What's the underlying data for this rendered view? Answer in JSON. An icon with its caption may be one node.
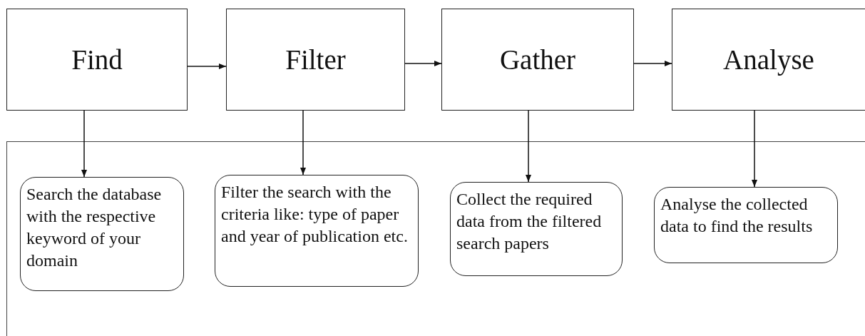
{
  "diagram": {
    "nodes": [
      {
        "text": [
          "Find"
        ]
      },
      {
        "text": [
          "Filter"
        ]
      },
      {
        "text": [
          "Gather"
        ]
      },
      {
        "text": [
          "Analyse"
        ]
      },
      {
        "text": [],
        "shape": "box"
      },
      {
        "text": [
          "Search the database with the respective keyword of your domain"
        ],
        "in": 4
      },
      {
        "text": [
          "Filter the search with the criteria like: type of paper and year of publication etc."
        ],
        "in": 4
      },
      {
        "text": [
          "Collect the required data from the filtered search papers"
        ],
        "in": 4
      },
      {
        "text": [
          "Analyse the collected data to find the results"
        ],
        "in": 4
      }
    ],
    "edges": [
      {
        "from": 0,
        "to": 1,
        "arrow": "to"
      },
      {
        "from": 1,
        "to": 2,
        "arrow": "to"
      },
      {
        "from": 2,
        "to": 3,
        "arrow": "to"
      },
      {
        "from": 0,
        "to": 5,
        "arrow": "to"
      },
      {
        "from": 1,
        "to": 6,
        "arrow": "to"
      },
      {
        "from": 2,
        "to": 7,
        "arrow": "to"
      },
      {
        "from": 3,
        "to": 8,
        "arrow": "to"
      }
    ]
  }
}
